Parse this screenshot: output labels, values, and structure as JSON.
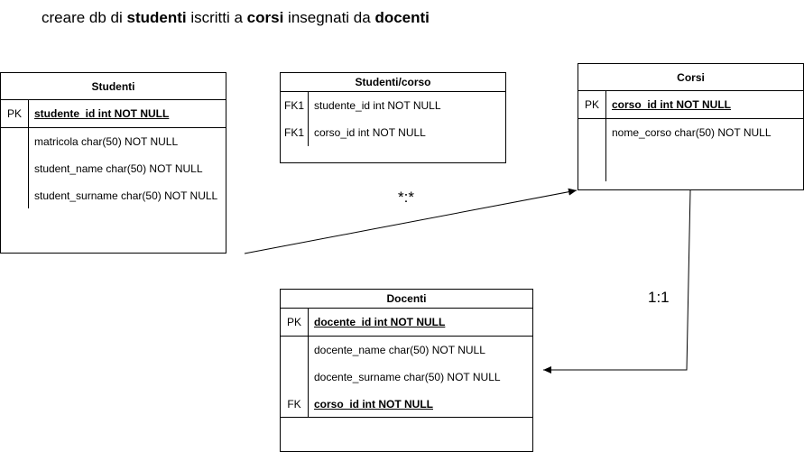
{
  "title": {
    "p1": "creare db di ",
    "b1": "studenti",
    "p2": " iscritti a ",
    "b2": "corsi",
    "p3": " insegnati da ",
    "b3": "docenti"
  },
  "studenti": {
    "name": "Studenti",
    "pk": {
      "key": "PK",
      "field": "studente_id int NOT NULL"
    },
    "fields": [
      "matricola char(50) NOT NULL",
      "student_name char(50) NOT NULL",
      "student_surname char(50) NOT NULL"
    ]
  },
  "studenti_corso": {
    "name": "Studenti/corso",
    "fields": [
      {
        "key": "FK1",
        "field": "studente_id int NOT NULL"
      },
      {
        "key": "FK1",
        "field": "corso_id int NOT NULL"
      }
    ]
  },
  "corsi": {
    "name": "Corsi",
    "pk": {
      "key": "PK",
      "field": "corso_id int NOT NULL"
    },
    "fields": [
      "nome_corso char(50) NOT NULL"
    ]
  },
  "docenti": {
    "name": "Docenti",
    "pk": {
      "key": "PK",
      "field": "docente_id int NOT NULL"
    },
    "fields": [
      "docente_name char(50) NOT NULL",
      "docente_surname char(50) NOT NULL"
    ],
    "fk": {
      "key": "FK",
      "field": "corso_id int NOT NULL"
    }
  },
  "relations": {
    "many_to_many": "*:*",
    "one_to_one": "1:1"
  },
  "colors": {
    "line": "#000000",
    "background": "#ffffff"
  }
}
